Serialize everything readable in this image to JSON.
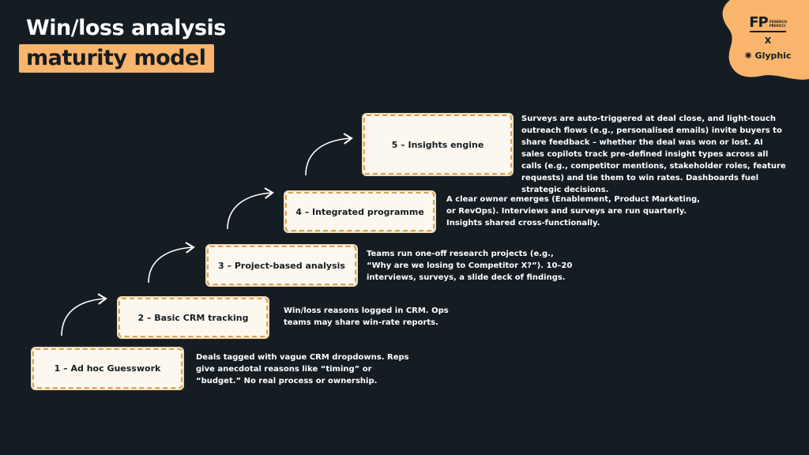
{
  "title_line1": "Win/loss analysis",
  "title_line2": "maturity model",
  "logo": {
    "fp": "FP",
    "fp_sub": "FEDERICO PRESICCI",
    "x": "X",
    "glyphic": "Glyphic"
  },
  "colors": {
    "background": "#151d23",
    "accent": "#f9b56c",
    "box_fill": "#fdf8ef",
    "box_border": "#d9a25c"
  },
  "stages": [
    {
      "label": "1 – Ad hoc Guesswork",
      "description": "Deals tagged with vague CRM dropdowns. Reps give anecdotal reasons like “timing” or “budget.” No real process or ownership."
    },
    {
      "label": "2 – Basic CRM tracking",
      "description": "Win/loss reasons logged in CRM. Ops teams may share win-rate reports."
    },
    {
      "label": "3 – Project-based analysis",
      "description": "Teams run one-off research projects (e.g., “Why are we losing to Competitor X?”). 10–20 interviews, surveys, a slide deck of findings."
    },
    {
      "label": "4 – Integrated programme",
      "description": "A clear owner emerges (Enablement, Product Marketing, or RevOps). Interviews and surveys are run quarterly. Insights shared cross-functionally."
    },
    {
      "label": "5 – Insights engine",
      "description": "Surveys are auto-triggered at deal close, and light-touch outreach flows (e.g., personalised emails) invite buyers to share feedback – whether the deal was won or lost. AI sales copilots track pre-defined insight types across all calls (e.g., competitor mentions, stakeholder roles, feature requests) and tie them to win rates. Dashboards fuel strategic decisions."
    }
  ]
}
